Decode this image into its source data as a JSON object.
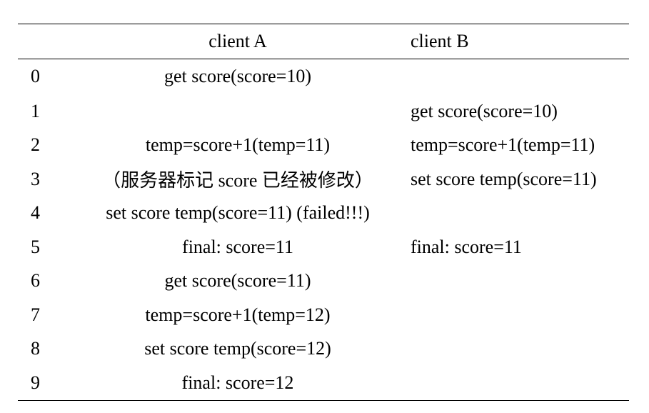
{
  "table": {
    "headers": [
      "",
      "client A",
      "client B"
    ],
    "rows": [
      {
        "step": "0",
        "client_a": "get score(score=10)",
        "client_b": ""
      },
      {
        "step": "1",
        "client_a": "",
        "client_b": "get score(score=10)"
      },
      {
        "step": "2",
        "client_a": "temp=score+1(temp=11)",
        "client_b": "temp=score+1(temp=11)"
      },
      {
        "step": "3",
        "client_a": "（服务器标记 score 已经被修改）",
        "client_b": "set score temp(score=11)"
      },
      {
        "step": "4",
        "client_a": "set score temp(score=11) (failed!!!)",
        "client_b": ""
      },
      {
        "step": "5",
        "client_a": "final: score=11",
        "client_b": "final: score=11"
      },
      {
        "step": "6",
        "client_a": "get score(score=11)",
        "client_b": ""
      },
      {
        "step": "7",
        "client_a": "temp=score+1(temp=12)",
        "client_b": ""
      },
      {
        "step": "8",
        "client_a": "set score temp(score=12)",
        "client_b": ""
      },
      {
        "step": "9",
        "client_a": "final: score=12",
        "client_b": ""
      }
    ]
  }
}
